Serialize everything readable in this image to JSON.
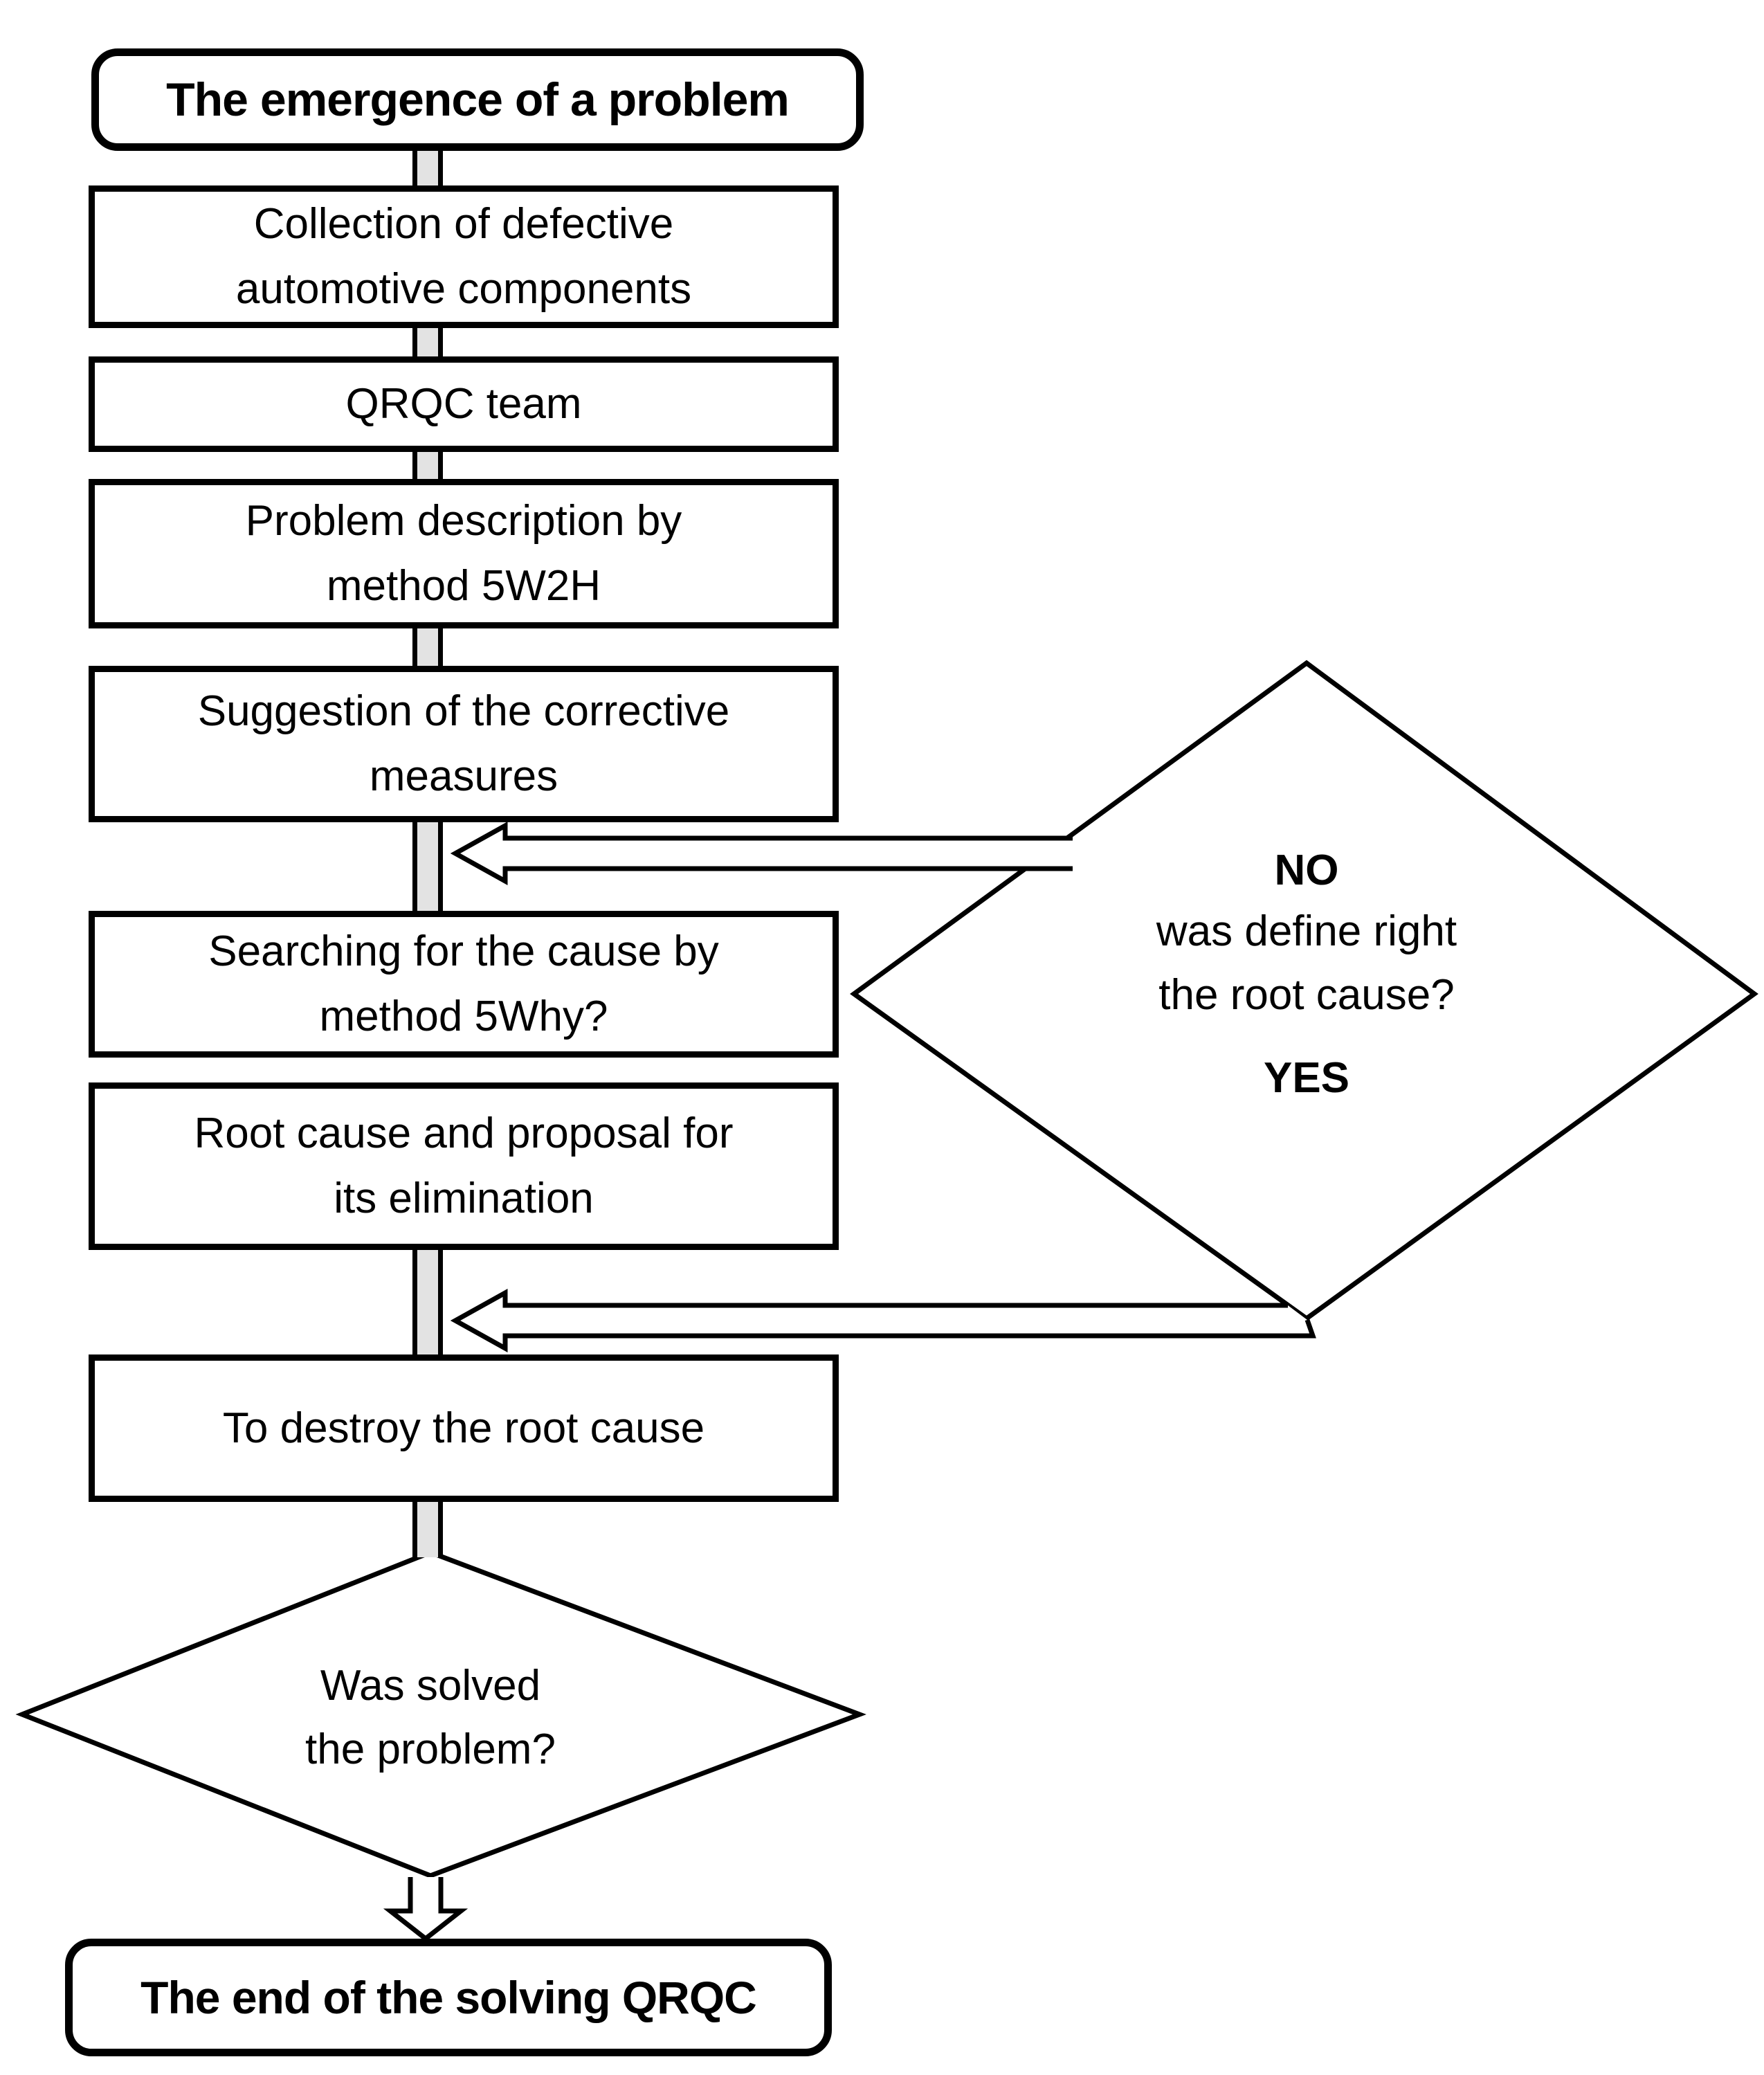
{
  "diagram": {
    "title_node": "The emergence of a problem",
    "colors": {
      "ink": "#000000",
      "paper": "#ffffff",
      "connector_fill": "#e3e3e3"
    }
  },
  "nodes": {
    "start": {
      "label": "The emergence of a problem"
    },
    "collection": {
      "label": "Collection of defective\nautomotive components"
    },
    "qrqc": {
      "label": "QRQC team"
    },
    "description": {
      "label": "Problem description by\nmethod 5W2H"
    },
    "suggestion": {
      "label": "Suggestion of the corrective\nmeasures"
    },
    "searching": {
      "label": "Searching for the cause by\nmethod 5Why?"
    },
    "root_cause": {
      "label": "Root cause and proposal for\nits elimination"
    },
    "destroy": {
      "label": "To destroy the root cause"
    },
    "end": {
      "label": "The end of the solving QRQC"
    }
  },
  "decisions": {
    "root_cause_check": {
      "no_label": "NO",
      "question": "was define right\nthe root cause?",
      "yes_label": "YES"
    },
    "solved_check": {
      "question": "Was solved\nthe problem?"
    }
  }
}
